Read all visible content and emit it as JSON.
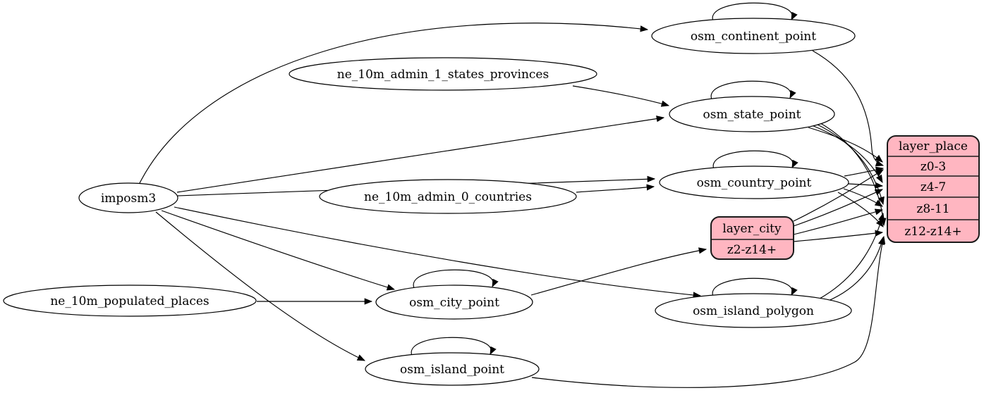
{
  "diagram_type": "etl-graph",
  "colors": {
    "record_fill": "#ffb6c1",
    "node_fill": "#ffffff",
    "stroke": "#000000",
    "background": "#ffffff"
  },
  "nodes": {
    "imposm3": "imposm3",
    "ne_10m_admin_1_states_provinces": "ne_10m_admin_1_states_provinces",
    "ne_10m_admin_0_countries": "ne_10m_admin_0_countries",
    "ne_10m_populated_places": "ne_10m_populated_places",
    "osm_continent_point": "osm_continent_point",
    "osm_state_point": "osm_state_point",
    "osm_country_point": "osm_country_point",
    "osm_city_point": "osm_city_point",
    "osm_island_polygon": "osm_island_polygon",
    "osm_island_point": "osm_island_point"
  },
  "records": {
    "layer_place": {
      "title": "layer_place",
      "rows": [
        "z0-3",
        "z4-7",
        "z8-11",
        "z12-z14+"
      ]
    },
    "layer_city": {
      "title": "layer_city",
      "rows": [
        "z2-z14+"
      ]
    }
  },
  "edges": [
    {
      "from": "imposm3",
      "to": "osm_continent_point"
    },
    {
      "from": "imposm3",
      "to": "osm_state_point"
    },
    {
      "from": "imposm3",
      "to": "osm_country_point"
    },
    {
      "from": "imposm3",
      "to": "osm_city_point"
    },
    {
      "from": "imposm3",
      "to": "osm_island_polygon"
    },
    {
      "from": "imposm3",
      "to": "osm_island_point"
    },
    {
      "from": "ne_10m_admin_1_states_provinces",
      "to": "osm_state_point"
    },
    {
      "from": "ne_10m_admin_0_countries",
      "to": "osm_country_point"
    },
    {
      "from": "ne_10m_populated_places",
      "to": "osm_city_point"
    },
    {
      "from": "osm_continent_point",
      "to": "osm_continent_point"
    },
    {
      "from": "osm_state_point",
      "to": "osm_state_point"
    },
    {
      "from": "osm_country_point",
      "to": "osm_country_point"
    },
    {
      "from": "osm_city_point",
      "to": "osm_city_point"
    },
    {
      "from": "osm_island_polygon",
      "to": "osm_island_polygon"
    },
    {
      "from": "osm_island_point",
      "to": "osm_island_point"
    },
    {
      "from": "osm_continent_point",
      "to": "layer_place:z0-3"
    },
    {
      "from": "osm_state_point",
      "to": "layer_place:z0-3"
    },
    {
      "from": "osm_state_point",
      "to": "layer_place:z4-7"
    },
    {
      "from": "osm_state_point",
      "to": "layer_place:z8-11"
    },
    {
      "from": "osm_state_point",
      "to": "layer_place:z12-z14+"
    },
    {
      "from": "osm_country_point",
      "to": "layer_place:z0-3"
    },
    {
      "from": "osm_country_point",
      "to": "layer_place:z4-7"
    },
    {
      "from": "osm_country_point",
      "to": "layer_place:z8-11"
    },
    {
      "from": "osm_country_point",
      "to": "layer_place:z12-z14+"
    },
    {
      "from": "osm_island_polygon",
      "to": "layer_place:z8-11"
    },
    {
      "from": "osm_island_polygon",
      "to": "layer_place:z12-z14+"
    },
    {
      "from": "osm_island_point",
      "to": "layer_place:z12-z14+"
    },
    {
      "from": "osm_city_point",
      "to": "layer_city:z2-z14+"
    },
    {
      "from": "layer_city",
      "to": "layer_place:z0-3"
    },
    {
      "from": "layer_city",
      "to": "layer_place:z4-7"
    },
    {
      "from": "layer_city",
      "to": "layer_place:z8-11"
    },
    {
      "from": "layer_city",
      "to": "layer_place:z12-z14+"
    }
  ]
}
